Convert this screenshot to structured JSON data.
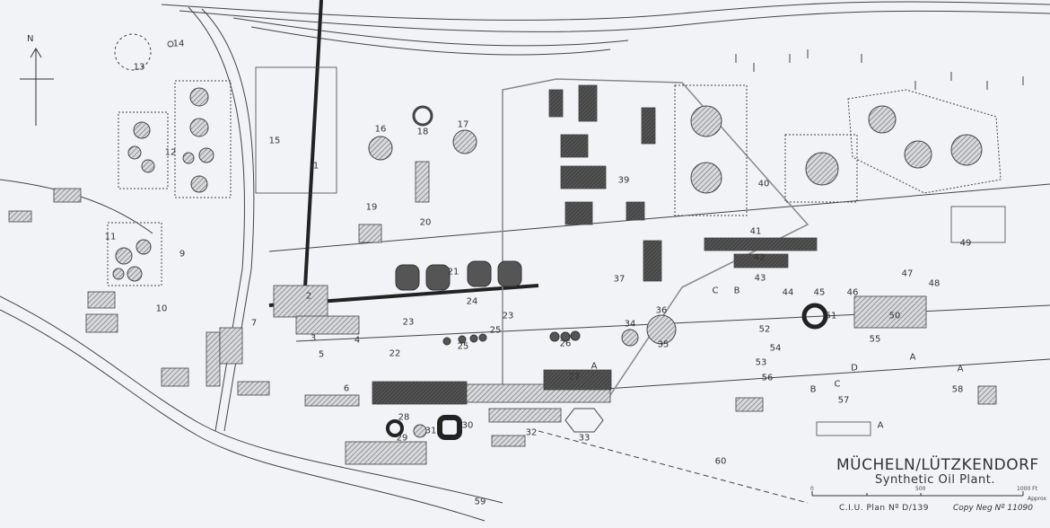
{
  "title": "MÜCHELN/LÜTZKENDORF",
  "subtitle": "Synthetic Oil Plant.",
  "plan_number": "C.I.U.  Plan Nº D/139",
  "copy_number": "Copy Neg Nº 11090",
  "north_label": "N",
  "scale": {
    "start": "0",
    "mid": "500",
    "end": "1000 Ft",
    "note": "Approx"
  },
  "labels": [
    "1",
    "2",
    "3",
    "4",
    "5",
    "6",
    "7",
    "9",
    "10",
    "11",
    "12",
    "13",
    "14",
    "15",
    "16",
    "17",
    "18",
    "19",
    "20",
    "21",
    "22",
    "23",
    "23",
    "24",
    "25",
    "25",
    "26",
    "27",
    "28",
    "29",
    "30",
    "31",
    "32",
    "33",
    "34",
    "35",
    "36",
    "37",
    "39",
    "40",
    "41",
    "42",
    "43",
    "44",
    "45",
    "46",
    "47",
    "48",
    "49",
    "50",
    "51",
    "52",
    "53",
    "54",
    "55",
    "56",
    "57",
    "58",
    "59",
    "60",
    "A",
    "A",
    "A",
    "B",
    "C",
    "D",
    "A",
    "B",
    "C"
  ],
  "colors": {
    "paper": "#f2f3f6",
    "ink": "#333333",
    "fill": "#555555"
  }
}
